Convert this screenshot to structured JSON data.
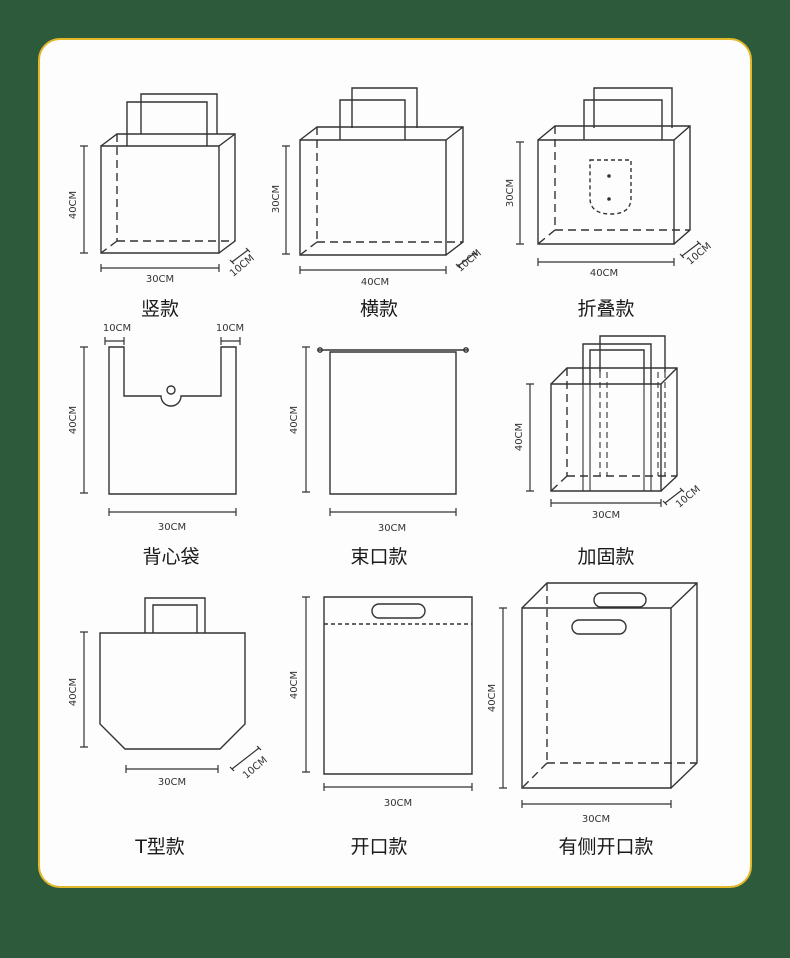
{
  "styles": [
    {
      "name": "竖款",
      "dims": {
        "height": "40CM",
        "width": "30CM",
        "depth": "10CM"
      }
    },
    {
      "name": "横款",
      "dims": {
        "height": "30CM",
        "width": "40CM",
        "depth": "10CM"
      }
    },
    {
      "name": "折叠款",
      "dims": {
        "height": "30CM",
        "width": "40CM",
        "depth": "10CM"
      }
    },
    {
      "name": "背心袋",
      "dims": {
        "height": "40CM",
        "width": "30CM",
        "handle_left": "10CM",
        "handle_right": "10CM"
      }
    },
    {
      "name": "束口款",
      "dims": {
        "height": "40CM",
        "width": "30CM"
      }
    },
    {
      "name": "加固款",
      "dims": {
        "height": "40CM",
        "width": "30CM",
        "depth": "10CM"
      }
    },
    {
      "name": "T型款",
      "dims": {
        "height": "40CM",
        "width": "30CM",
        "depth": "10CM"
      }
    },
    {
      "name": "开口款",
      "dims": {
        "height": "40CM",
        "width": "30CM"
      }
    },
    {
      "name": "有侧开口款",
      "dims": {
        "height": "40CM",
        "width": "30CM"
      }
    }
  ],
  "colors": {
    "background": "#2e5a3c",
    "panel": "#fdfdfd",
    "border": "#e2b72a",
    "line": "#333333"
  }
}
